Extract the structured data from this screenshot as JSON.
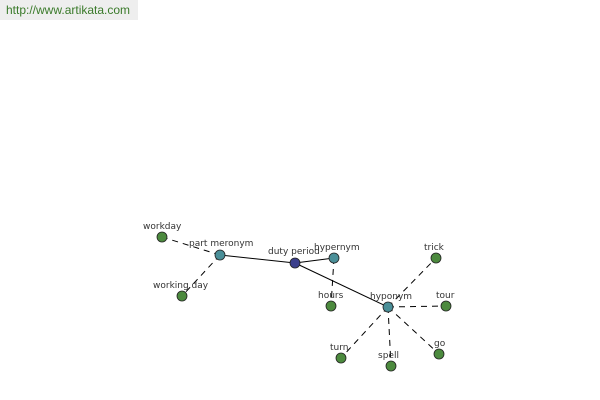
{
  "banner": {
    "url": "http://www.artikata.com"
  },
  "colors": {
    "central_node": "#3b3f8c",
    "relation_node": "#4a8f98",
    "word_node": "#4c8a3e"
  },
  "graph": {
    "nodes": [
      {
        "id": "duty-period",
        "label": "duty period",
        "kind": "central"
      },
      {
        "id": "part-meronym",
        "label": "part meronym",
        "kind": "relation"
      },
      {
        "id": "hypernym",
        "label": "hypernym",
        "kind": "relation"
      },
      {
        "id": "hyponym",
        "label": "hyponym",
        "kind": "relation"
      },
      {
        "id": "workday",
        "label": "workday",
        "kind": "word"
      },
      {
        "id": "working-day",
        "label": "working day",
        "kind": "word"
      },
      {
        "id": "hours",
        "label": "hours",
        "kind": "word"
      },
      {
        "id": "trick",
        "label": "trick",
        "kind": "word"
      },
      {
        "id": "tour",
        "label": "tour",
        "kind": "word"
      },
      {
        "id": "go",
        "label": "go",
        "kind": "word"
      },
      {
        "id": "spell",
        "label": "spell",
        "kind": "word"
      },
      {
        "id": "turn",
        "label": "turn",
        "kind": "word"
      }
    ],
    "edges": [
      {
        "from": "duty-period",
        "to": "part-meronym",
        "style": "solid"
      },
      {
        "from": "duty-period",
        "to": "hypernym",
        "style": "solid"
      },
      {
        "from": "duty-period",
        "to": "hyponym",
        "style": "solid"
      },
      {
        "from": "part-meronym",
        "to": "workday",
        "style": "dashed"
      },
      {
        "from": "part-meronym",
        "to": "working-day",
        "style": "dashed"
      },
      {
        "from": "hypernym",
        "to": "hours",
        "style": "dashed"
      },
      {
        "from": "hyponym",
        "to": "trick",
        "style": "dashed"
      },
      {
        "from": "hyponym",
        "to": "tour",
        "style": "dashed"
      },
      {
        "from": "hyponym",
        "to": "go",
        "style": "dashed"
      },
      {
        "from": "hyponym",
        "to": "spell",
        "style": "dashed"
      },
      {
        "from": "hyponym",
        "to": "turn",
        "style": "dashed"
      }
    ]
  }
}
